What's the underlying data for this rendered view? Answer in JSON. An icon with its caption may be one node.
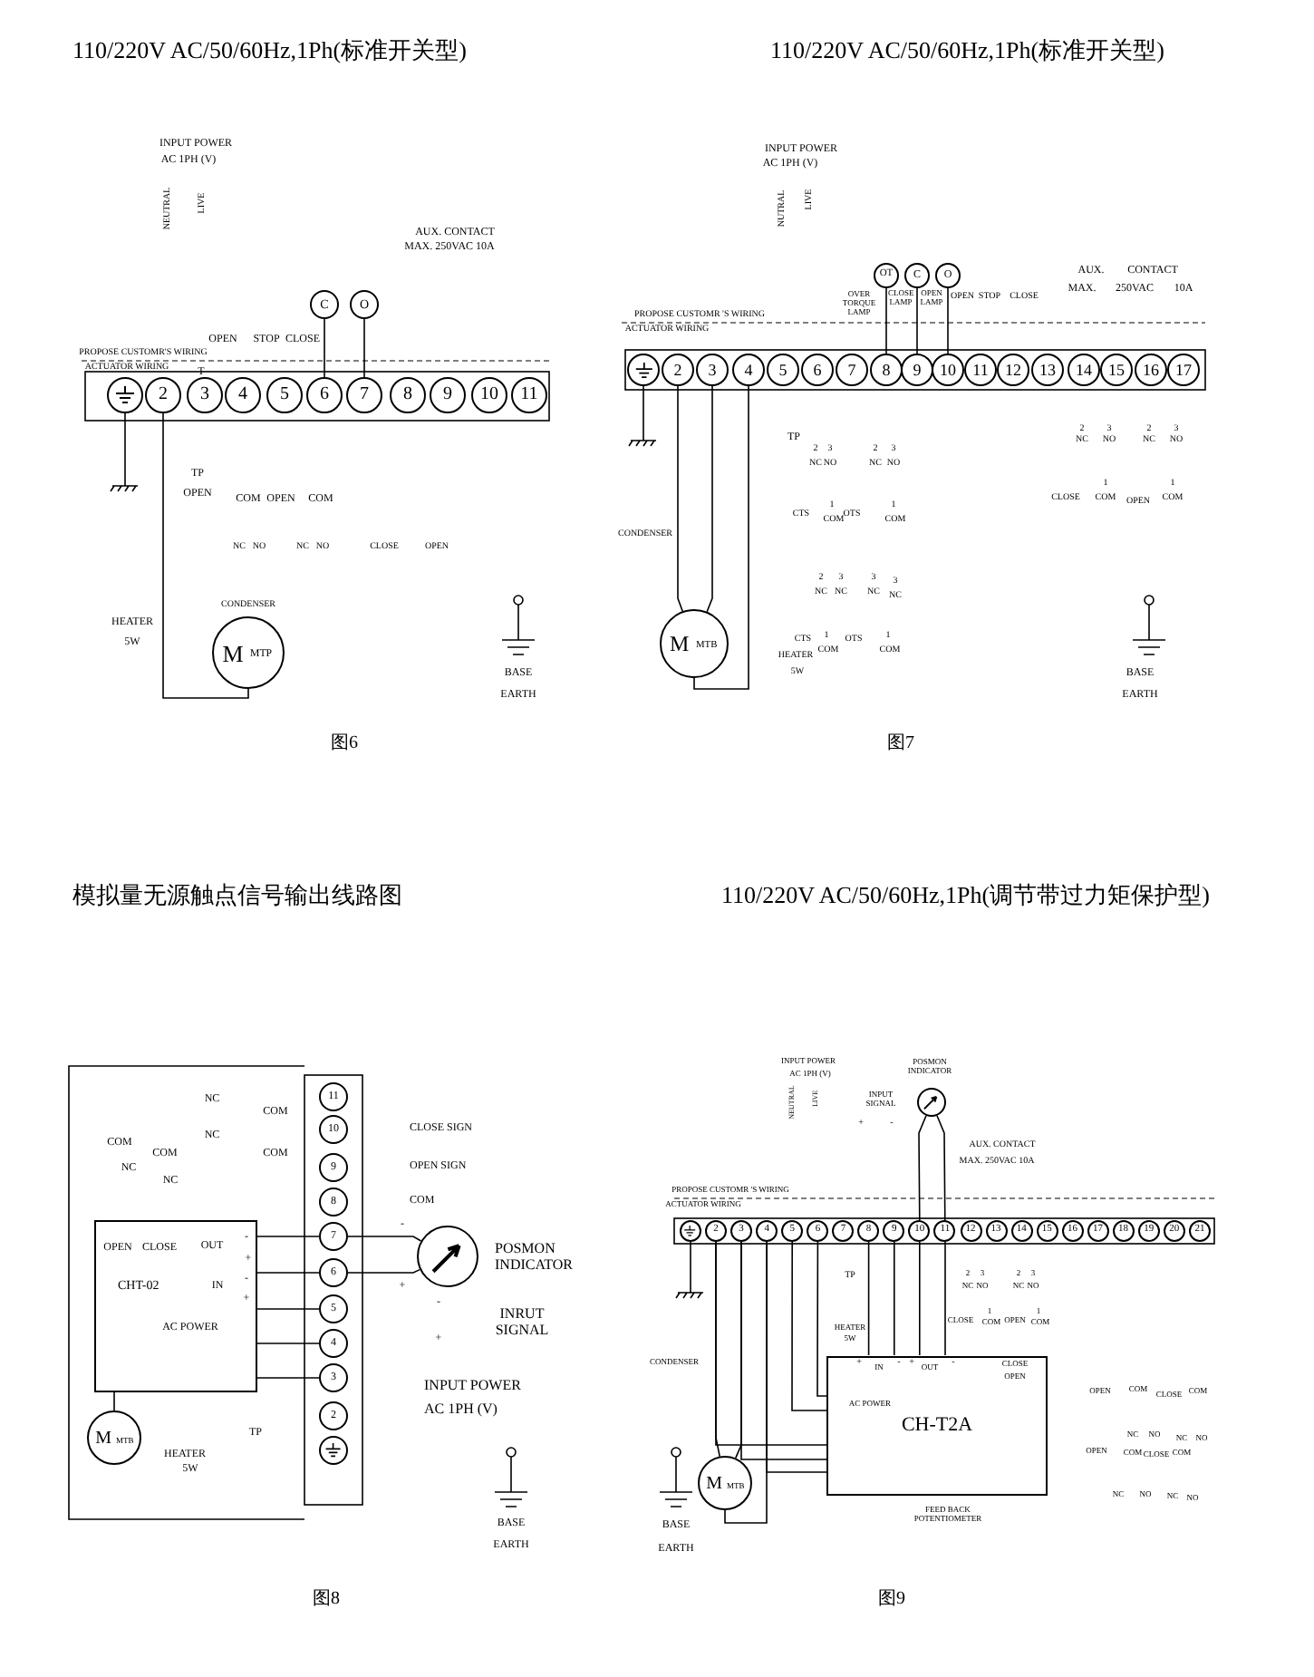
{
  "diagram": {
    "nodes": [
      {
        "text": [],
        "shape": "circle"
      },
      {
        "text": [
          "2"
        ]
      },
      {
        "text": [
          "3"
        ]
      },
      {
        "text": [
          "4"
        ]
      },
      {
        "text": [
          "5"
        ]
      },
      {
        "text": [
          "6"
        ]
      },
      {
        "text": [
          "7"
        ]
      },
      {
        "text": [
          "8"
        ]
      },
      {
        "text": [
          "9"
        ]
      },
      {
        "text": [
          "10"
        ]
      },
      {
        "text": [
          "11"
        ]
      },
      {
        "text": [
          "C"
        ]
      },
      {
        "text": [
          "O"
        ]
      },
      {
        "text": [
          "M",
          "MTP"
        ]
      },
      {
        "text": [],
        "shape": "circle"
      },
      {
        "text": [
          "2"
        ]
      },
      {
        "text": [
          "3"
        ]
      },
      {
        "text": [
          "4"
        ]
      },
      {
        "text": [
          "5"
        ]
      },
      {
        "text": [
          "6"
        ]
      },
      {
        "text": [
          "7"
        ]
      },
      {
        "text": [
          "8"
        ]
      },
      {
        "text": [
          "9"
        ]
      },
      {
        "text": [
          "10"
        ]
      },
      {
        "text": [
          "11"
        ]
      },
      {
        "text": [
          "12"
        ]
      },
      {
        "text": [
          "13"
        ]
      },
      {
        "text": [
          "14"
        ]
      },
      {
        "text": [
          "15"
        ]
      },
      {
        "text": [
          "16"
        ]
      },
      {
        "text": [
          "17"
        ]
      },
      {
        "text": [
          "OT"
        ]
      },
      {
        "text": [
          "C"
        ]
      },
      {
        "text": [
          "O"
        ]
      },
      {
        "text": [
          "M",
          "MTB"
        ]
      },
      {
        "text": [
          "CHT-02"
        ]
      },
      {
        "text": [
          "11"
        ]
      },
      {
        "text": [
          "10"
        ]
      },
      {
        "text": [
          "9"
        ]
      },
      {
        "text": [
          "8"
        ]
      },
      {
        "text": [
          "7"
        ]
      },
      {
        "text": [
          "6"
        ]
      },
      {
        "text": [
          "5"
        ]
      },
      {
        "text": [
          "4"
        ]
      },
      {
        "text": [
          "3"
        ]
      },
      {
        "text": [
          "2"
        ]
      },
      {
        "text": [],
        "shape": "circle"
      },
      {
        "text": [
          "M",
          "MTB"
        ]
      },
      {
        "text": [],
        "shape": "circle",
        "beside": [
          "POSMON INDICATOR"
        ]
      },
      {
        "text": [],
        "shape": "circle"
      },
      {
        "text": [
          "2"
        ]
      },
      {
        "text": [
          "3"
        ]
      },
      {
        "text": [
          "4"
        ]
      },
      {
        "text": [
          "5"
        ]
      },
      {
        "text": [
          "6"
        ]
      },
      {
        "text": [
          "7"
        ]
      },
      {
        "text": [
          "8"
        ]
      },
      {
        "text": [
          "9"
        ]
      },
      {
        "text": [
          "10"
        ]
      },
      {
        "text": [
          "11"
        ]
      },
      {
        "text": [
          "12"
        ]
      },
      {
        "text": [
          "13"
        ]
      },
      {
        "text": [
          "14"
        ]
      },
      {
        "text": [
          "15"
        ]
      },
      {
        "text": [
          "16"
        ]
      },
      {
        "text": [
          "17"
        ]
      },
      {
        "text": [
          "18"
        ]
      },
      {
        "text": [
          "19"
        ]
      },
      {
        "text": [
          "20"
        ]
      },
      {
        "text": [
          "21"
        ]
      },
      {
        "text": [],
        "shape": "circle",
        "beside": [
          "POSMON INDICATOR"
        ]
      },
      {
        "text": [
          "CH-T2A"
        ]
      },
      {
        "text": [
          "M",
          "MTB"
        ]
      }
    ],
    "edges": [
      {
        "from": 5,
        "to": 11,
        "arrow": "none"
      },
      {
        "from": 6,
        "to": 12,
        "arrow": "none"
      },
      {
        "from": 1,
        "to": 13,
        "arrow": "none"
      },
      {
        "from": 21,
        "to": 31,
        "arrow": "none"
      },
      {
        "from": 22,
        "to": 32,
        "arrow": "none"
      },
      {
        "from": 23,
        "to": 33,
        "arrow": "none"
      },
      {
        "from": 15,
        "to": 34,
        "arrow": "none"
      },
      {
        "from": 16,
        "to": 34,
        "arrow": "none"
      },
      {
        "from": 17,
        "to": 34,
        "arrow": "none"
      },
      {
        "from": 40,
        "to": 48,
        "arrow": "none"
      },
      {
        "from": 41,
        "to": 48,
        "arrow": "none"
      },
      {
        "from": 40,
        "to": 35,
        "arrow": "none"
      },
      {
        "from": 41,
        "to": 35,
        "arrow": "none"
      },
      {
        "from": 42,
        "to": 35,
        "arrow": "none"
      },
      {
        "from": 43,
        "to": 35,
        "arrow": "none"
      },
      {
        "from": 44,
        "to": 35,
        "arrow": "none"
      },
      {
        "from": 47,
        "to": 35,
        "arrow": "none"
      },
      {
        "from": 58,
        "to": 70,
        "arrow": "none"
      },
      {
        "from": 59,
        "to": 70,
        "arrow": "none"
      },
      {
        "from": 56,
        "to": 71,
        "arrow": "none"
      },
      {
        "from": 57,
        "to": 71,
        "arrow": "none"
      },
      {
        "from": 58,
        "to": 71,
        "arrow": "none"
      },
      {
        "from": 59,
        "to": 71,
        "arrow": "none"
      },
      {
        "from": 53,
        "to": 71,
        "arrow": "none"
      },
      {
        "from": 54,
        "to": 71,
        "arrow": "none"
      },
      {
        "from": 50,
        "to": 72,
        "arrow": "none"
      },
      {
        "from": 51,
        "to": 72,
        "arrow": "none"
      },
      {
        "from": 52,
        "to": 72,
        "arrow": "none"
      },
      {
        "from": 50,
        "to": 71,
        "arrow": "none"
      },
      {
        "from": 51,
        "to": 71,
        "arrow": "none"
      },
      {
        "from": 52,
        "to": 71,
        "arrow": "none"
      }
    ],
    "labels": [
      "110/220V AC/50/60Hz,1Ph(标准开关型)",
      "110/220V AC/50/60Hz,1Ph(标准开关型)",
      "INPUT POWER",
      "AC 1PH (V)",
      "NEUTRAL",
      "LIVE",
      "AUX. CONTACT",
      "MAX. 250VAC 10A",
      "OPEN",
      "STOP",
      "CLOSE",
      "PROPOSE CUSTOMR'S WIRING",
      "ACTUATOR WIRING",
      "T",
      "TP",
      "OPEN",
      "COM",
      "OPEN",
      "COM",
      "NC",
      "NO",
      "NC",
      "NO",
      "CLOSE",
      "OPEN",
      "CONDENSER",
      "HEATER",
      "5W",
      "BASE",
      "EARTH",
      "图6",
      "INPUT POWER",
      "AC 1PH (V)",
      "NUTRAL",
      "LIVE",
      "OVER TORQUE LAMP",
      "CLOSE LAMP",
      "OPEN LAMP",
      "OPEN",
      "STOP",
      "CLOSE",
      "AUX.",
      "CONTACT",
      "MAX.",
      "250VAC",
      "10A",
      "PROPOSE CUSTOMR 'S WIRING",
      "ACTUATOR WIRING",
      "TP",
      "2",
      "NC",
      "3",
      "NO",
      "2",
      "NC",
      "3",
      "NO",
      "CTS",
      "1",
      "COM",
      "OTS",
      "1",
      "COM",
      "2",
      "NC",
      "3",
      "NC",
      "3",
      "NC",
      "3",
      "NC",
      "CTS",
      "1",
      "COM",
      "OTS",
      "1",
      "COM",
      "HEATER",
      "5W",
      "CONDENSER",
      "2",
      "NC",
      "3",
      "NO",
      "CLOSE",
      "1",
      "COM",
      "2",
      "NC",
      "3",
      "NO",
      "OPEN",
      "1",
      "COM",
      "BASE",
      "EARTH",
      "图7",
      "模拟量无源触点信号输出线路图",
      "110/220V AC/50/60Hz,1Ph(调节带过力矩保护型)",
      "NC",
      "COM",
      "NC",
      "COM",
      "COM",
      "COM",
      "NC",
      "NC",
      "OPEN",
      "CLOSE",
      "OUT",
      "-",
      "+",
      "IN",
      "-",
      "+",
      "AC POWER",
      "HEATER",
      "5W",
      "TP",
      "CLOSE SIGN",
      "OPEN SIGN",
      "COM",
      "-",
      "+",
      "-",
      "+",
      "INRUT SIGNAL",
      "INPUT POWER",
      "AC 1PH (V)",
      "BASE",
      "EARTH",
      "图8",
      "INPUT POWER",
      "AC 1PH (V)",
      "NEUTRAL",
      "LIVE",
      "INPUT SIGNAL",
      "+",
      "-",
      "AUX. CONTACT",
      "MAX. 250VAC 10A",
      "PROPOSE CUSTOMR 'S WIRING",
      "ACTUATOR WIRING",
      "TP",
      "HEATER",
      "5W",
      "CONDENSER",
      "2",
      "NC",
      "3",
      "NO",
      "CLOSE",
      "1",
      "COM",
      "2",
      "NC",
      "3",
      "NO",
      "OPEN",
      "1",
      "COM",
      "+",
      "IN",
      "-",
      "+",
      "OUT",
      "-",
      "CLOSE",
      "OPEN",
      "AC POWER",
      "OPEN",
      "COM",
      "CLOSE",
      "COM",
      "NC",
      "NO",
      "NC",
      "NO",
      "OPEN",
      "COM",
      "CLOSE",
      "COM",
      "NC",
      "NO",
      "NC",
      "NO",
      "FEED BACK POTENTIOMETER",
      "BASE",
      "EARTH",
      "图9"
    ]
  }
}
